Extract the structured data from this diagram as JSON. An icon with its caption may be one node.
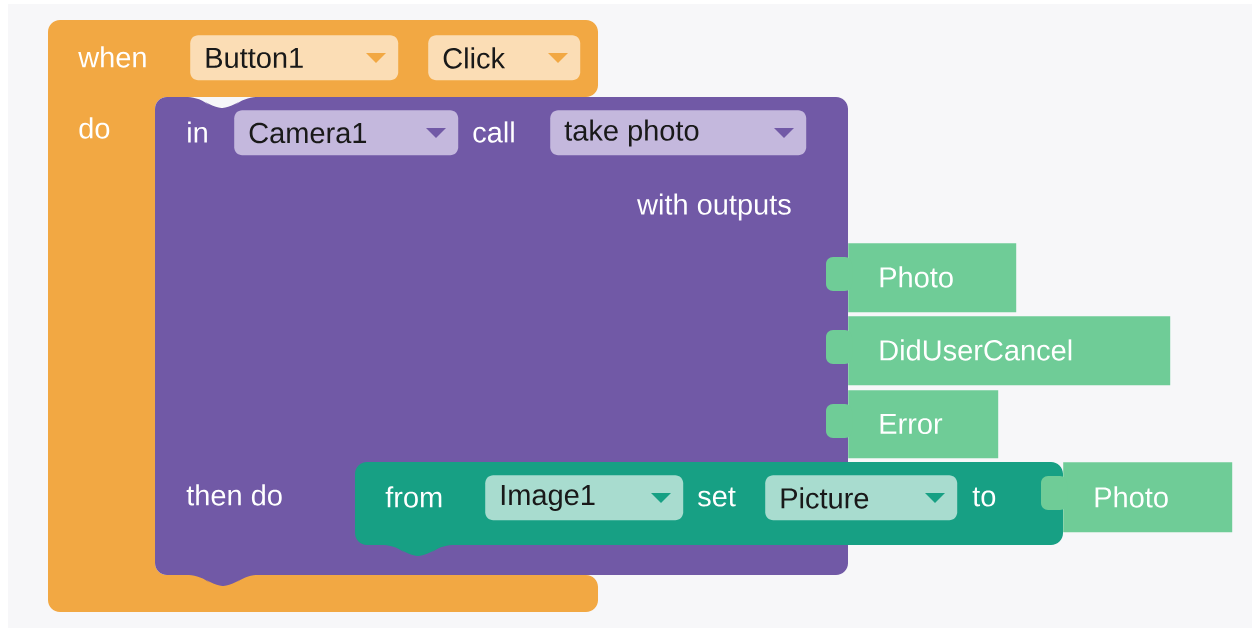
{
  "diagram": {
    "nodes": [
      {
        "text": [
          "when",
          "do"
        ]
      },
      {
        "text": [
          "Button1"
        ],
        "in": 0
      },
      {
        "text": [
          "Click"
        ],
        "in": 0
      },
      {
        "text": [
          "in",
          "call",
          "with outputs",
          "then do"
        ]
      },
      {
        "text": [
          "Camera1"
        ],
        "in": 3
      },
      {
        "text": [
          "take photo"
        ],
        "in": 3
      },
      {
        "text": [
          "Photo"
        ]
      },
      {
        "text": [
          "DidUserCancel"
        ]
      },
      {
        "text": [
          "Error"
        ]
      },
      {
        "text": [
          "from",
          "set",
          "to"
        ]
      },
      {
        "text": [
          "Image1"
        ]
      },
      {
        "text": [
          "Picture"
        ],
        "in": 9
      },
      {
        "text": [
          "Photo"
        ]
      }
    ]
  }
}
